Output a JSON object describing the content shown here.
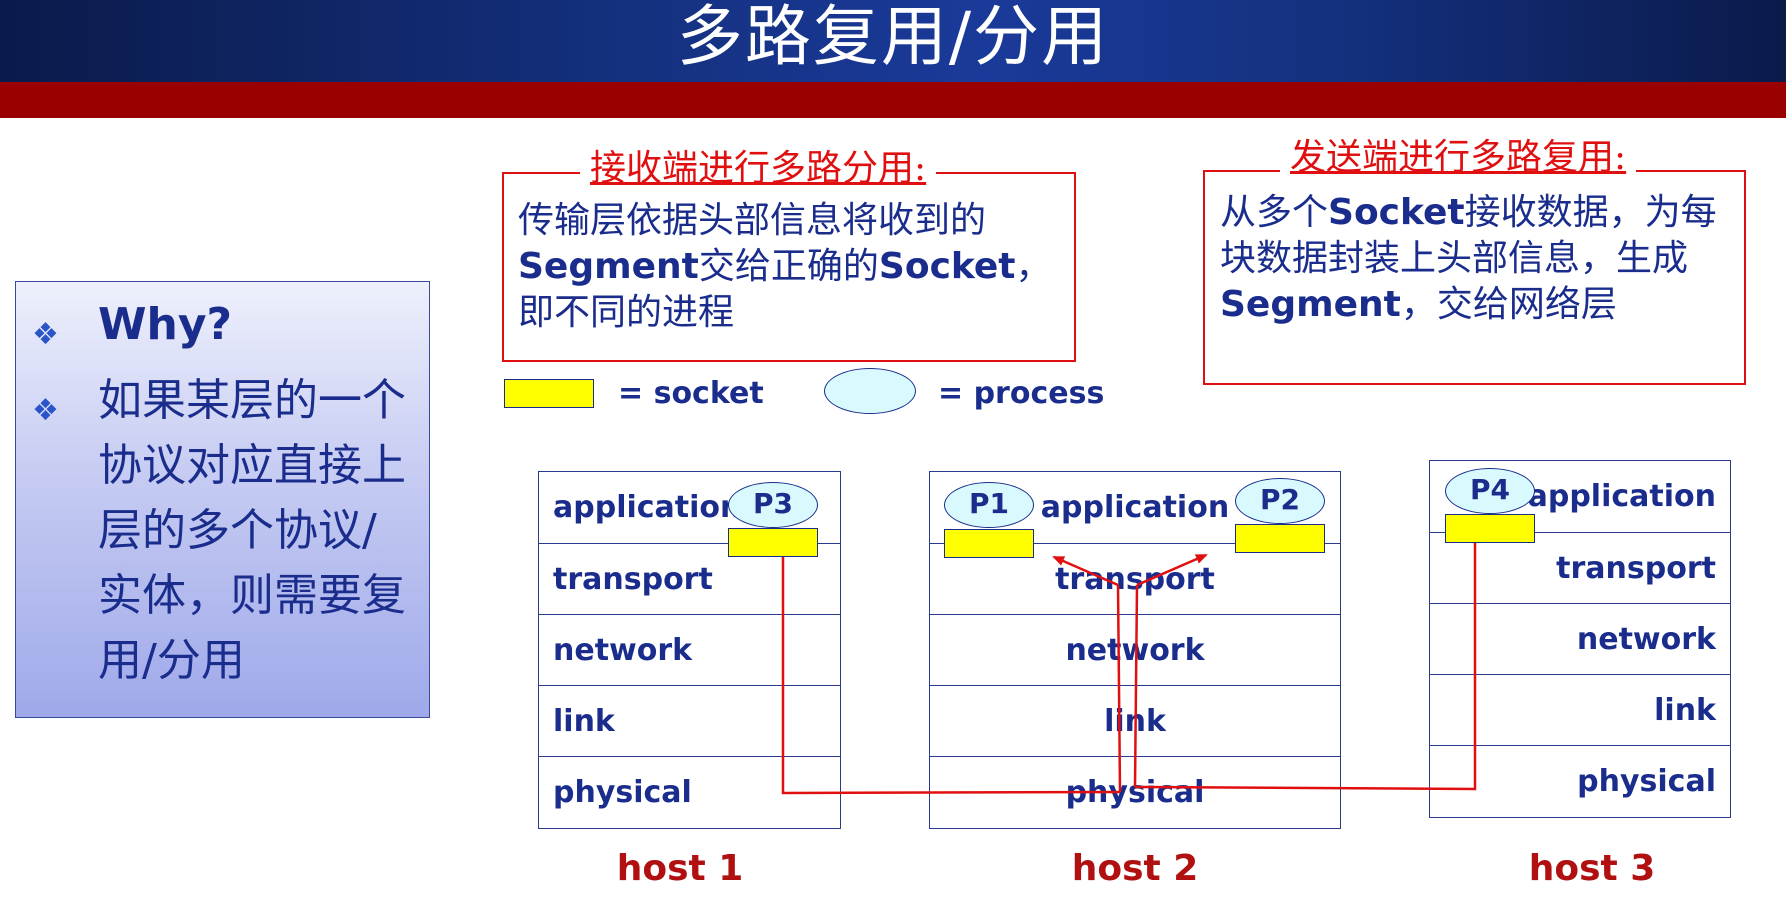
{
  "title": "多路复用/分用",
  "why_box": {
    "bullet1": "Why?",
    "bullet2": "如果某层的一个协议对应直接上层的多个协议/实体，则需要复用/分用"
  },
  "receiver_note": {
    "title": "接收端进行多路分用:",
    "line1": "传输层依据头部信息将收到的",
    "line2_bold1": "Segment",
    "line2_text1": "交给正确的",
    "line2_bold2": "Socket",
    "line2_text2": "，",
    "line3": "即不同的进程"
  },
  "sender_note": {
    "title": "发送端进行多路复用:",
    "line1_text1": "从多个",
    "line1_bold": "Socket",
    "line1_text2": "接收数据，为每",
    "line2": "块数据封装上头部信息，生成",
    "line3_bold": "Segment",
    "line3_text": "，交给网络层"
  },
  "legend": {
    "socket_label": "= socket",
    "process_label": "= process"
  },
  "hosts": [
    {
      "label": "host 1",
      "layers": [
        "application",
        "transport",
        "network",
        "link",
        "physical"
      ],
      "processes": [
        "P3"
      ]
    },
    {
      "label": "host 2",
      "layers": [
        "application",
        "transport",
        "network",
        "link",
        "physical"
      ],
      "processes": [
        "P1",
        "P2"
      ]
    },
    {
      "label": "host 3",
      "layers": [
        "application",
        "transport",
        "network",
        "link",
        "physical"
      ],
      "processes": [
        "P4"
      ]
    }
  ],
  "colors": {
    "header_blue": "#14307e",
    "header_red": "#9a0000",
    "text_blue": "#1a2d8c",
    "note_red": "#e01010",
    "socket_yellow": "#ffff00",
    "process_cyan": "#d8fafe",
    "path_red": "#e01010"
  }
}
